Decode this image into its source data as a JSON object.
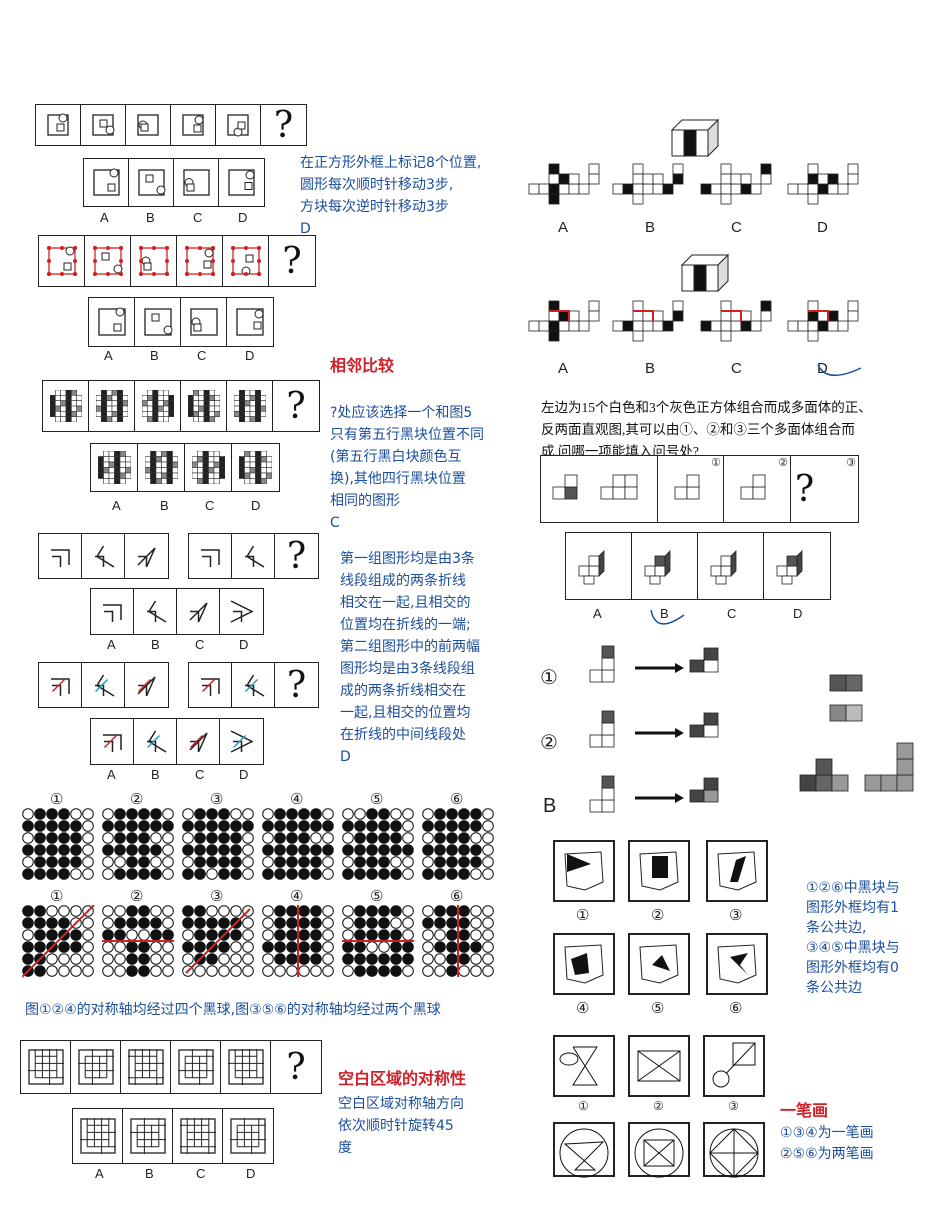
{
  "question_mark": "?",
  "option_labels": [
    "A",
    "B",
    "C",
    "D"
  ],
  "circled": [
    "①",
    "②",
    "③",
    "④",
    "⑤",
    "⑥"
  ],
  "notes": {
    "q1": [
      "在正方形外框上标记8个位置,",
      "圆形每次顺时针移动3步,",
      "方块每次逆时针移动3步",
      "D"
    ],
    "q2_title": "相邻比较",
    "q2": [
      "?处应该选择一个和图5",
      "只有第五行黑块位置不同",
      "(第五行黑白块颜色互",
      "换),其他四行黑块位置",
      "相同的图形",
      "C"
    ],
    "q3": [
      "第一组图形均是由3条",
      "线段组成的两条折线",
      "相交在一起,且相交的",
      "位置均在折线的一端;",
      "第二组图形中的前两幅",
      "图形均是由3条线段组",
      "成的两条折线相交在",
      "一起,且相交的位置均",
      "在折线的中间线段处",
      "D"
    ],
    "q4": "图①②④的对称轴均经过四个黑球,图③⑤⑥的对称轴均经过两个黑球",
    "q5_title": "空白区域的对称性",
    "q5": [
      "空白区域对称轴方向",
      "依次顺时针旋转45",
      "度"
    ],
    "q6_question": [
      "左边为15个白色和3个灰色正方体组合而成多面体的正、",
      "反两面直观图,其可以由①、②和③三个多面体组合而",
      "成,问哪一项能填入问号处?"
    ],
    "q7": [
      "①②⑥中黑块与",
      "图形外框均有1",
      "条公共边,",
      "③④⑤中黑块与",
      "图形外框均有0",
      "条公共边"
    ],
    "q8_title": "一笔画",
    "q8": [
      "①③④为一笔画",
      "②⑤⑥为两笔画"
    ],
    "decomp_labels": [
      "①",
      "②",
      "B"
    ]
  },
  "dot_grids": {
    "top": [
      [
        "011100",
        "111110",
        "011110",
        "111110",
        "011110",
        "111100"
      ],
      [
        "011110",
        "111111",
        "011100",
        "111110",
        "001100",
        "011110"
      ],
      [
        "011100",
        "111111",
        "011110",
        "111110",
        "011110",
        "110110"
      ],
      [
        "011110",
        "111111",
        "011100",
        "111111",
        "011110",
        "111110"
      ],
      [
        "001100",
        "111110",
        "011110",
        "111111",
        "011100",
        "111110"
      ],
      [
        "011110",
        "111110",
        "011100",
        "111110",
        "011110",
        "111100"
      ]
    ],
    "bottom": [
      [
        "110000",
        "111100",
        "011110",
        "111110",
        "110000",
        "110000"
      ],
      [
        "001100",
        "011110",
        "110011",
        "001100",
        "001100",
        "001100"
      ],
      [
        "110000",
        "111110",
        "011110",
        "111100",
        "011000",
        "000000"
      ],
      [
        "011110",
        "011110",
        "011110",
        "111110",
        "011110",
        "000000"
      ],
      [
        "011110",
        "011100",
        "011110",
        "110011",
        "111111",
        "011110"
      ],
      [
        "011100",
        "111100",
        "001100",
        "011110",
        "001100",
        "001000"
      ]
    ]
  },
  "colors": {
    "note_blue": "#1b4e9b",
    "note_red": "#d0202a",
    "highlight_red": "#d42020"
  }
}
